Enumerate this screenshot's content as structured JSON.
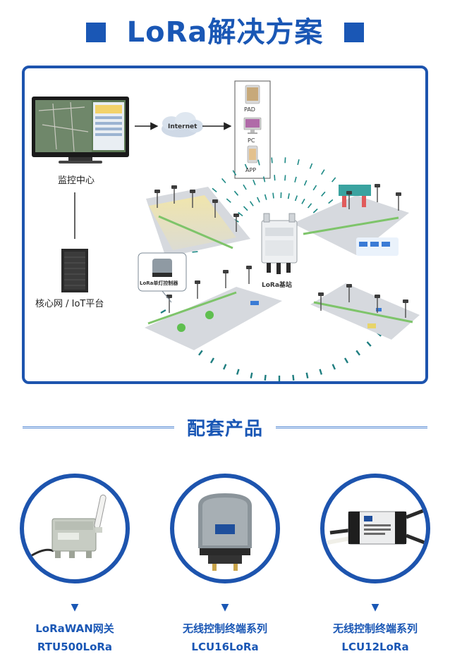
{
  "header": {
    "title": "LoRa解决方案"
  },
  "diagram": {
    "monitor_label": "监控中心",
    "internet_label": "Internet",
    "devices": [
      {
        "label": "PAD",
        "icon": "tablet-icon"
      },
      {
        "label": "PC",
        "icon": "desktop-icon"
      },
      {
        "label": "APP",
        "icon": "phone-icon"
      }
    ],
    "core_label": "核心网 / IoT平台",
    "base_station_label": "LoRa基站",
    "controller_label": "LoRa单灯控制器"
  },
  "section2": {
    "title": "配套产品"
  },
  "products": [
    {
      "name": "LoRaWAN网关",
      "model": "RTU500LoRa",
      "icon": "gateway-icon"
    },
    {
      "name": "无线控制终端系列",
      "model": "LCU16LoRa",
      "icon": "lamp-controller-icon"
    },
    {
      "name": "无线控制终端系列",
      "model": "LCU12LoRa",
      "icon": "control-module-icon"
    }
  ],
  "colors": {
    "primary": "#1a57b5",
    "frame": "#1d54ae",
    "signal": "#1e8a86",
    "road": "#c9cdd3",
    "grass": "#7ec46a"
  }
}
